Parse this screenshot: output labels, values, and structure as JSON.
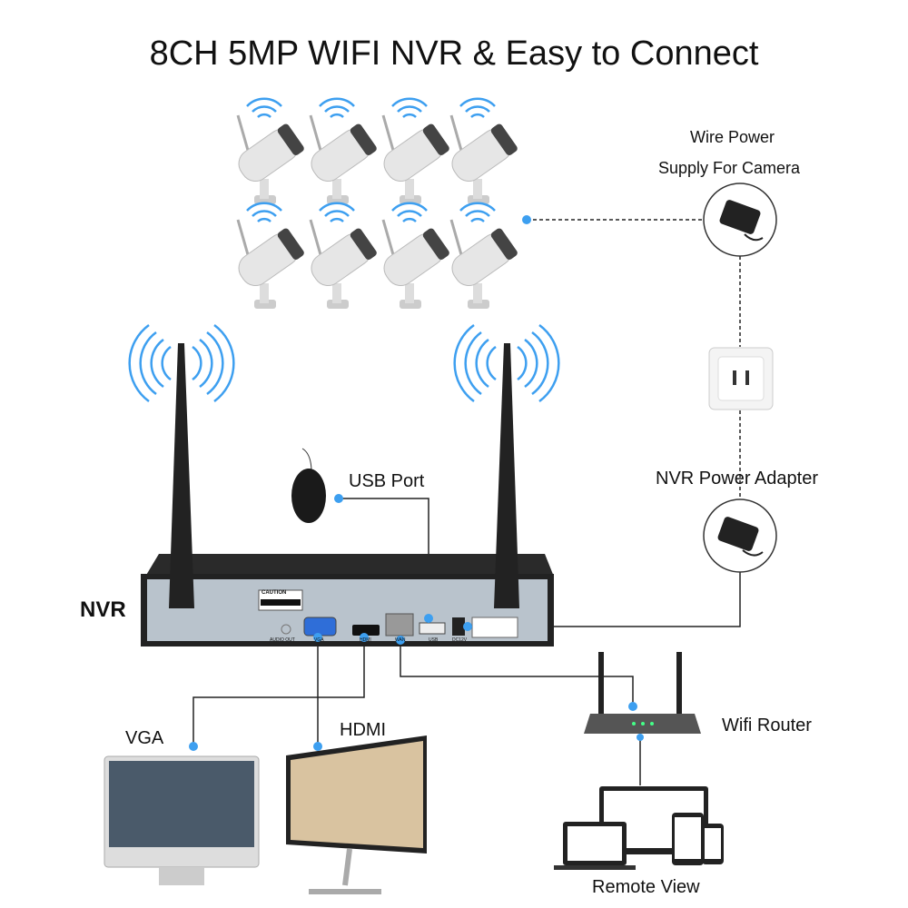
{
  "title": "8CH 5MP WIFI NVR & Easy to Connect",
  "labels": {
    "wire_power": "Wire Power",
    "supply_for_camera": "Supply For Camera",
    "usb_port": "USB Port",
    "nvr_power_adapter": "NVR Power Adapter",
    "nvr": "NVR",
    "vga": "VGA",
    "hdmi": "HDMI",
    "wifi_router": "Wifi Router",
    "remote_view": "Remote View"
  },
  "nvr_panel": {
    "caution": "CAUTION",
    "ports": [
      "AUDIO OUT",
      "VGA",
      "HDMI",
      "WAN",
      "USB",
      "DC12V"
    ]
  },
  "colors": {
    "connector_dot": "#3d9ff0",
    "wifi_waves": "#3d9ff0",
    "line": "#222222",
    "nvr_body": "#2a2a2a",
    "nvr_panel": "#b9c3cc"
  },
  "cameras": {
    "count": 8
  }
}
